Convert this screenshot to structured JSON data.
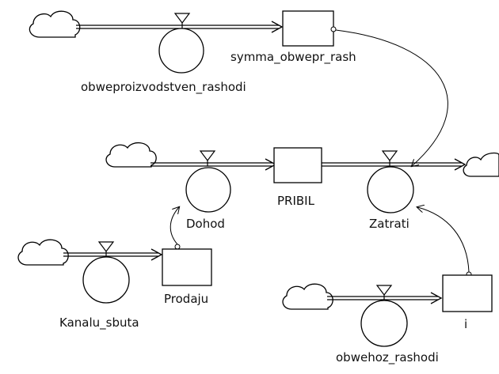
{
  "diagram": {
    "stocks": {
      "symma_obwepr_rash": "symma_obwepr_rash",
      "pribil": "PRIBIL",
      "prodaju": "Prodaju",
      "i": "i"
    },
    "flows": {
      "obweproizvodstven_rashodi": "obweproizvodstven_rashodi",
      "dohod": "Dohod",
      "zatrati": "Zatrati",
      "kanalu_sbuta": "Kanalu_sbuta",
      "obwehoz_rashodi": "obwehoz_rashodi"
    },
    "colors": {
      "line": "#000000",
      "background": "#ffffff",
      "cloud_fill": "#ffffff"
    }
  }
}
